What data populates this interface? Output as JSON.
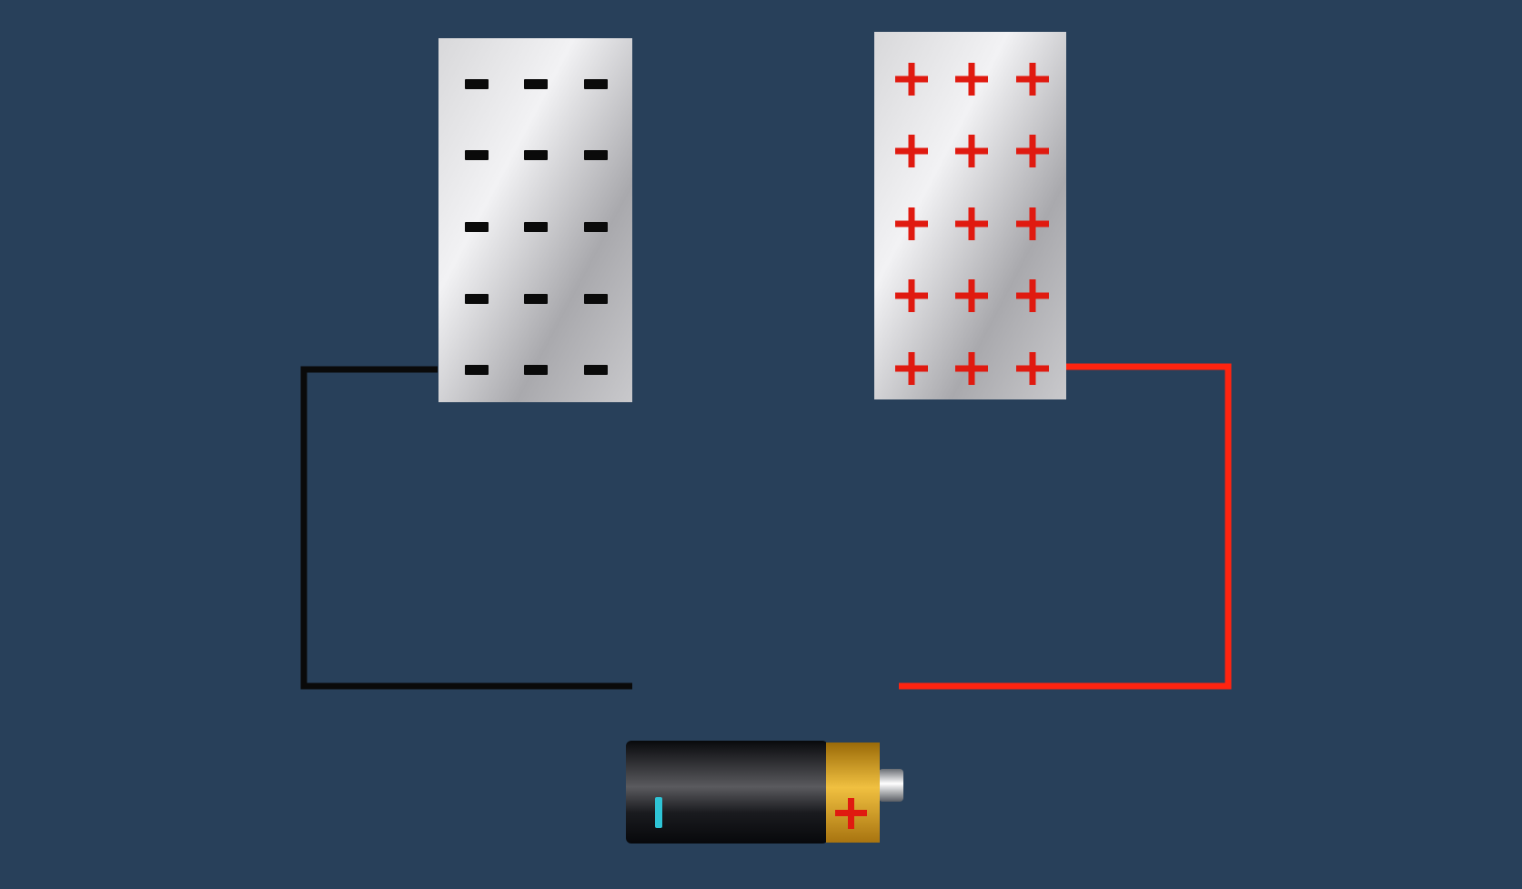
{
  "colors": {
    "background": "#28405a",
    "negative_wire": "#0a0a0a",
    "positive_wire": "#ff2410",
    "negative_charge": "#0a0a0a",
    "positive_charge": "#e01a10",
    "battery_negative_mark": "#2ec4d6",
    "battery_cap": "#d9a020"
  },
  "left_plate": {
    "charge": "negative",
    "symbol": "−",
    "rows": 5,
    "cols": 3
  },
  "right_plate": {
    "charge": "positive",
    "symbol": "+",
    "rows": 5,
    "cols": 3
  },
  "battery": {
    "negative_symbol": "−",
    "positive_symbol": "+"
  }
}
